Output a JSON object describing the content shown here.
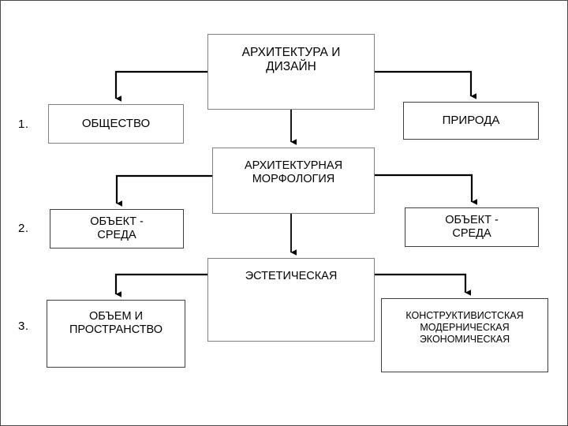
{
  "slide": {
    "background": "#ffffff",
    "frame_color": "#4a4a4a",
    "box_border_color": "#808080",
    "connector_color": "#000000",
    "text_color": "#000000"
  },
  "steps": [
    {
      "label": "1."
    },
    {
      "label": "2."
    },
    {
      "label": "3."
    }
  ],
  "nodes": {
    "root": "АРХИТЕКТУРА И\nДИЗАЙН",
    "society": "ОБЩЕСТВО",
    "nature": "ПРИРОДА",
    "morphology": "АРХИТЕКТУРНАЯ\nМОРФОЛОГИЯ",
    "object_env_left": "ОБЪЕКТ -\nСРЕДА",
    "object_env_right": "ОБЪЕКТ -\nСРЕДА",
    "aesthetic": "ЭСТЕТИЧЕСКАЯ",
    "volume_space": "ОБЪЕМ И\nПРОСТРАНСТВО",
    "styles": "КОНСТРУКТИВИСТСКАЯ\nМОДЕРНИЧЕСКАЯ\nЭКОНОМИЧЕСКАЯ"
  },
  "connectors": [
    {
      "name": "root-to-society",
      "from": "root",
      "to": "society"
    },
    {
      "name": "root-to-nature",
      "from": "root",
      "to": "nature"
    },
    {
      "name": "root-to-morphology",
      "from": "root",
      "to": "morphology"
    },
    {
      "name": "morphology-to-object-env-left",
      "from": "morphology",
      "to": "object_env_left"
    },
    {
      "name": "morphology-to-object-env-right",
      "from": "morphology",
      "to": "object_env_right"
    },
    {
      "name": "morphology-to-aesthetic",
      "from": "morphology",
      "to": "aesthetic"
    },
    {
      "name": "aesthetic-to-volume-space",
      "from": "aesthetic",
      "to": "volume_space"
    },
    {
      "name": "aesthetic-to-styles",
      "from": "aesthetic",
      "to": "styles"
    }
  ]
}
